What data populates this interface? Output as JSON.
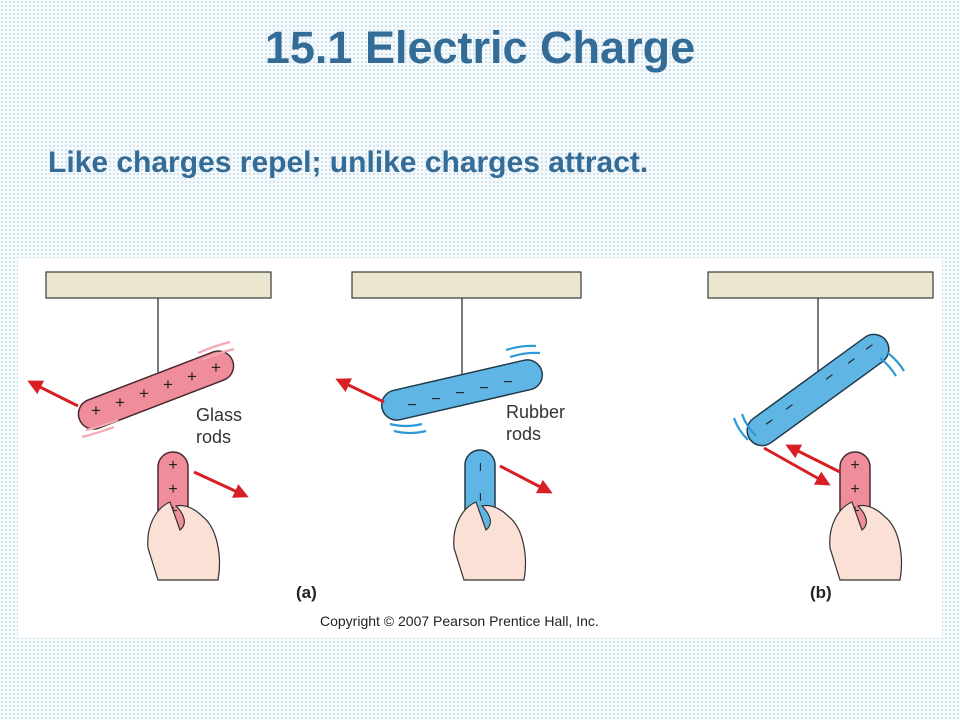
{
  "slide": {
    "title": "15.1 Electric Charge",
    "subtitle": "Like charges repel; unlike charges attract."
  },
  "figure": {
    "glass_label_line1": "Glass",
    "glass_label_line2": "rods",
    "rubber_label_line1": "Rubber",
    "rubber_label_line2": "rods",
    "panel_a_label": "(a)",
    "panel_b_label": "(b)",
    "copyright": "Copyright © 2007 Pearson Prentice Hall, Inc.",
    "plus_sign": "+",
    "minus_sign": "−"
  },
  "colors": {
    "title": "#346c98",
    "glass_rod": "#ef8d9a",
    "rubber_rod": "#5fb6e4",
    "arrow": "#d81f26",
    "ceiling": "#ebe6cf",
    "skin": "#fbe1d5"
  }
}
